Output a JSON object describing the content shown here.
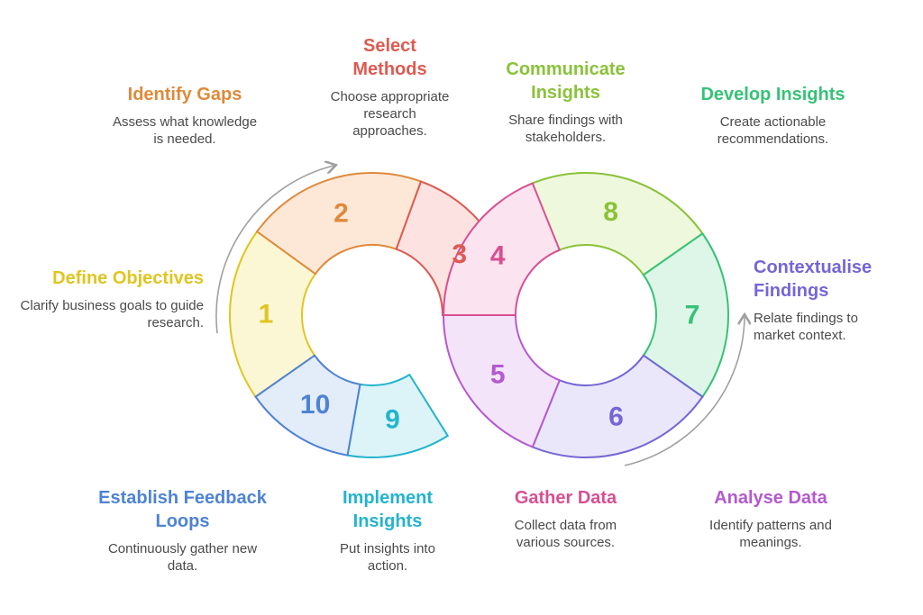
{
  "steps": [
    {
      "num": "1",
      "title": "Define Objectives",
      "desc": "Clarify business goals to guide research.",
      "color": "#e0c521",
      "fill": "#fbf7d4"
    },
    {
      "num": "2",
      "title": "Identify Gaps",
      "desc": "Assess what knowledge is needed.",
      "color": "#de8a3b",
      "fill": "#fde8d8"
    },
    {
      "num": "3",
      "title": "Select Methods",
      "desc": "Choose appropriate research approaches.",
      "color": "#dc5a52",
      "fill": "#fce3e1"
    },
    {
      "num": "4",
      "title": "Gather Data",
      "desc": "Collect data from various sources.",
      "color": "#d94f92",
      "fill": "#fbe3ef"
    },
    {
      "num": "5",
      "title": "Analyse Data",
      "desc": "Identify patterns and meanings.",
      "color": "#b459cf",
      "fill": "#f3e4f9"
    },
    {
      "num": "6",
      "title": "Contextualise Findings",
      "desc": "Relate findings to market context.",
      "color": "#7466d6",
      "fill": "#e9e7f9"
    },
    {
      "num": "7",
      "title": "Develop Insights",
      "desc": "Create actionable recommendations.",
      "color": "#37c277",
      "fill": "#ddf6e8"
    },
    {
      "num": "8",
      "title": "Communicate Insights",
      "desc": "Share findings with stakeholders.",
      "color": "#8ac239",
      "fill": "#eef8dc"
    },
    {
      "num": "9",
      "title": "Implement Insights",
      "desc": "Put insights into action.",
      "color": "#23b4cc",
      "fill": "#dcf4f8"
    },
    {
      "num": "10",
      "title": "Establish Feedback Loops",
      "desc": "Continuously gather new data.",
      "color": "#4e83d4",
      "fill": "#e3ecf9"
    }
  ]
}
